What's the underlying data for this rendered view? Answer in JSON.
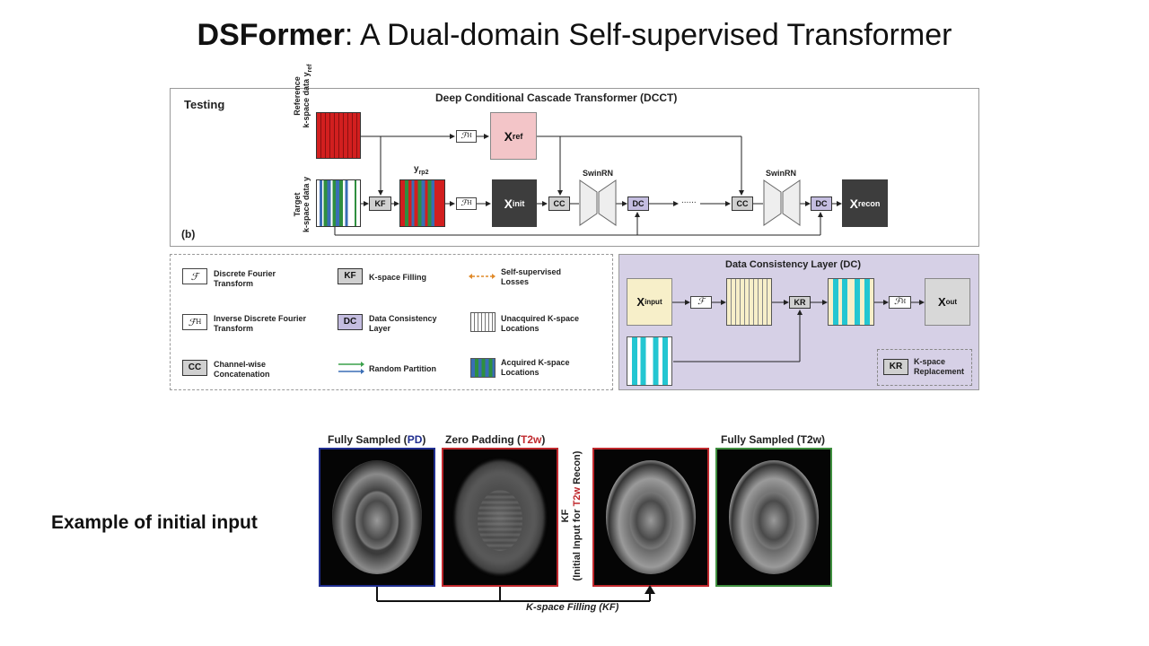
{
  "title": {
    "bold": "DSFormer",
    "rest": ": A Dual-domain Self-supervised Transformer"
  },
  "top_panel": {
    "mode_label": "Testing",
    "panel_tag": "(b)",
    "dcct_title": "Deep Conditional Cascade Transformer (DCCT)",
    "ref_label_line1": "Reference",
    "ref_label_line2": "k-space data y",
    "ref_label_sub": "ref",
    "target_label_line1": "Target",
    "target_label_line2": "k-space data y",
    "yrp2_main": "y",
    "yrp2_sub": "rp2",
    "ft_inv": "ℱ",
    "ft_inv_sup": "H",
    "xref_main": "X",
    "xref_sub": "ref",
    "xinit_main": "X",
    "xinit_sub": "init",
    "xrecon_main": "X",
    "xrecon_sub": "recon",
    "kf": "KF",
    "cc": "CC",
    "dc": "DC",
    "swinrn": "SwinRN",
    "ellipsis": "......"
  },
  "legend": {
    "items": [
      {
        "sym": "ℱ",
        "text1": "Discrete Fourier",
        "text2": "Transform"
      },
      {
        "sym": "ℱ",
        "sup": "H",
        "text1": "Inverse Discrete Fourier",
        "text2": "Transform"
      },
      {
        "sym": "CC",
        "text1": "Channel-wise",
        "text2": "Concatenation"
      },
      {
        "sym": "KF",
        "text1": "K-space Filling",
        "text2": ""
      },
      {
        "sym": "DC",
        "text1": "Data Consistency",
        "text2": "Layer"
      },
      {
        "sym": "arrows",
        "text1": "Random Partition",
        "text2": ""
      },
      {
        "sym": "dashed",
        "text1": "Self-supervised",
        "text2": "Losses"
      },
      {
        "sym": "white-kspace",
        "text1": "Unacquired K-space",
        "text2": "Locations"
      },
      {
        "sym": "color-kspace",
        "text1": "Acquired K-space",
        "text2": "Locations"
      }
    ]
  },
  "dc_panel": {
    "title": "Data Consistency Layer (DC)",
    "xinput_main": "X",
    "xinput_sub": "input",
    "xout_main": "X",
    "xout_sub": "out",
    "ft": "ℱ",
    "ft_inv": "ℱ",
    "ft_inv_sup": "H",
    "kr": "KR",
    "kr_legend_line1": "K-space",
    "kr_legend_line2": "Replacement"
  },
  "bottom": {
    "example_label": "Example of initial input",
    "img1_prefix": "Fully Sampled (",
    "img1_colored": "PD",
    "img1_suffix": ")",
    "img2_prefix": "Zero Padding (",
    "img2_colored": "T2w",
    "img2_suffix": ")",
    "img4_label": "Fully Sampled (T2w)",
    "kf_vertical_line1": "KF",
    "kf_vertical_prefix": "(Initial Input for ",
    "kf_vertical_colored": "T2w",
    "kf_vertical_suffix": " Recon)",
    "kspace_caption": "K-space Filling (KF)"
  },
  "colors": {
    "pd_blue": "#1f2d8f",
    "t2w_red": "#c0282d",
    "fully_t2_green": "#3f8f3f",
    "dc_panel_bg": "#d6d0e6",
    "dc_box": "#c4bde0",
    "ref_red": "#d21f1f",
    "cyan": "#23c6d2",
    "cream": "#f7efc9"
  }
}
